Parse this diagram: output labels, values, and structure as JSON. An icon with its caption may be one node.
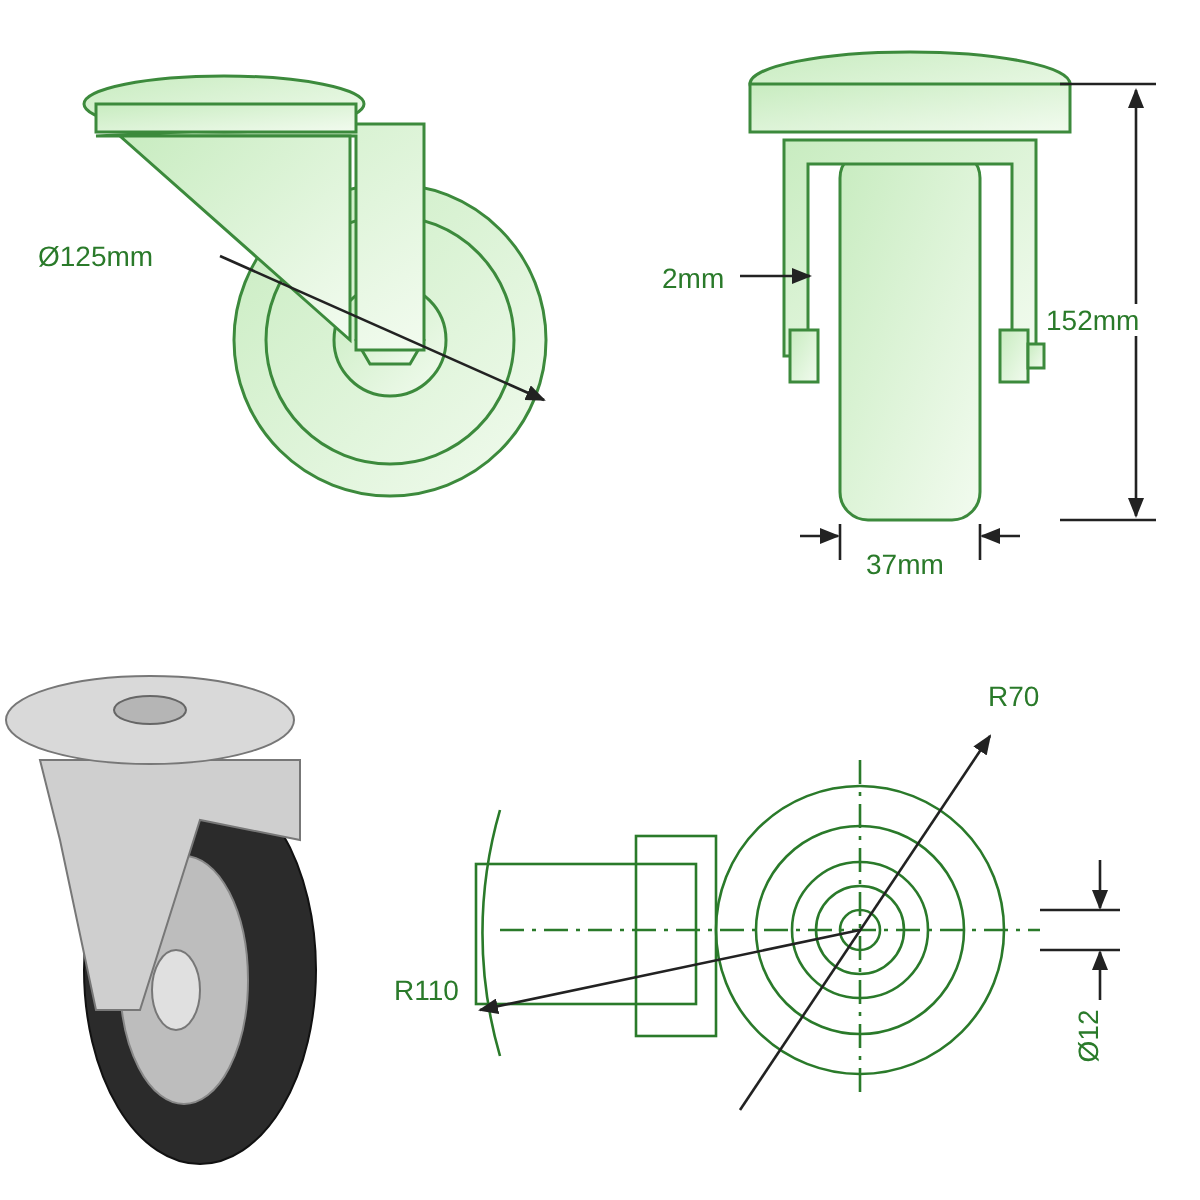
{
  "diagram": {
    "labels": [
      "Ø125mm",
      "2mm",
      "152mm",
      "37mm",
      "R70",
      "R110",
      "Ø12"
    ]
  }
}
